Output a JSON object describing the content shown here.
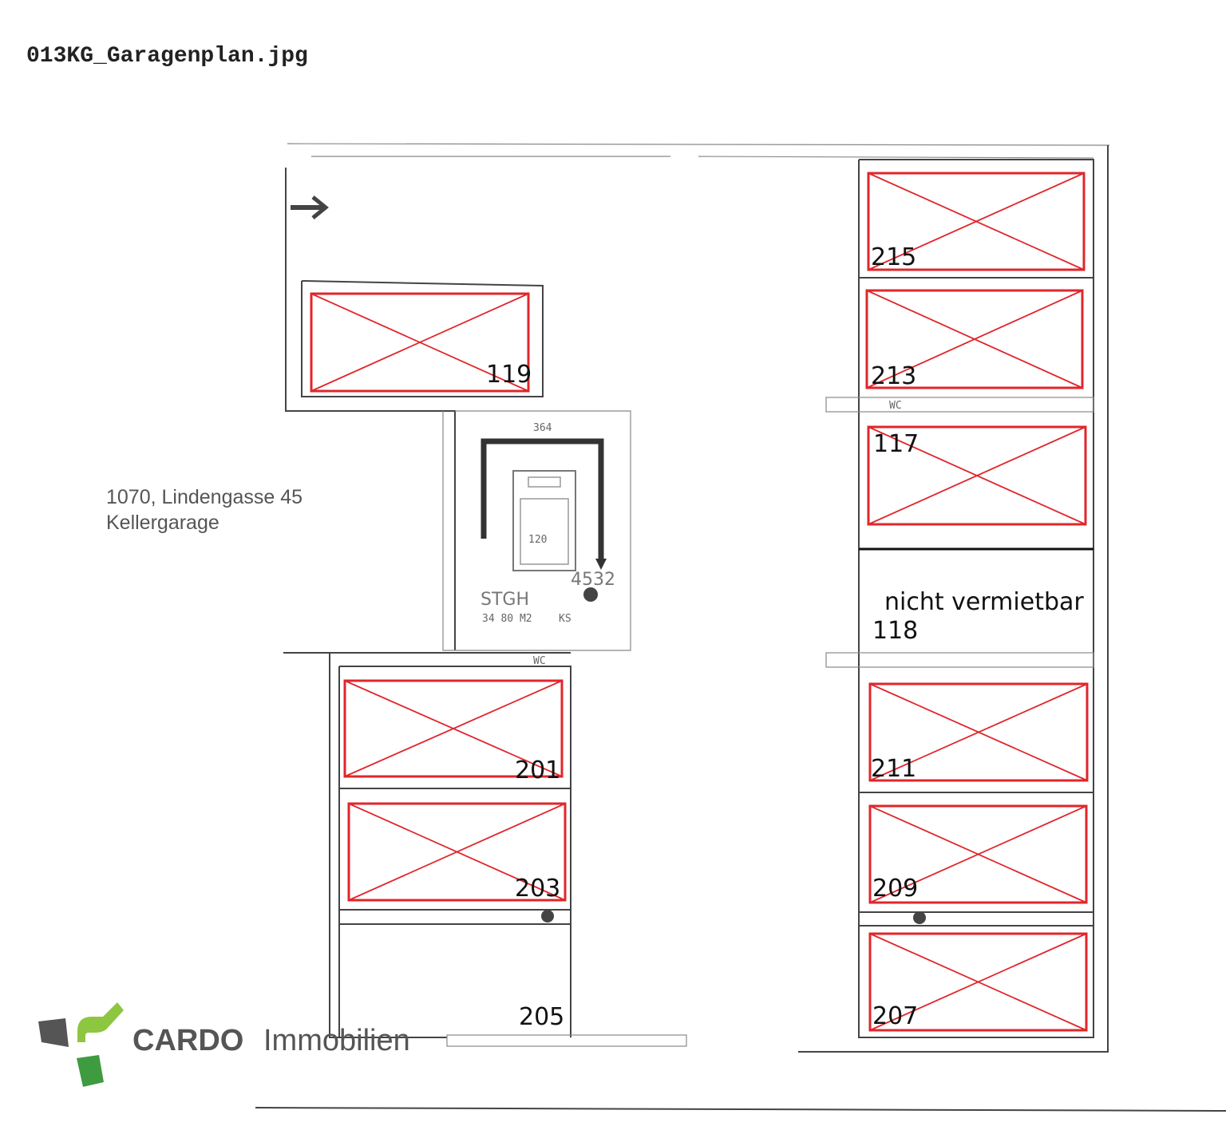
{
  "file_title": "013KG_Garagenplan.jpg",
  "address": {
    "line1": "1070, Lindengasse 45",
    "line2": "Kellergarage"
  },
  "spaces": {
    "s215": "215",
    "s213": "213",
    "s117": "117",
    "s119": "119",
    "s201": "201",
    "s203": "203",
    "s205": "205",
    "s211": "211",
    "s209": "209",
    "s207": "207",
    "s118": "118"
  },
  "not_rentable_label": "nicht vermietbar",
  "stairwell": {
    "label": "STGH",
    "area": "34 80 M2",
    "level": "4532",
    "width": "364",
    "lift": "120",
    "wc": "WC",
    "ks": "KS"
  },
  "logo": {
    "bold": "CARDO",
    "regular": "Immobilien"
  },
  "colors": {
    "occupied_mark": "#e0262b",
    "logo_green_light": "#8dc63f",
    "logo_green_dark": "#3f9b3f",
    "logo_gray": "#555555"
  }
}
